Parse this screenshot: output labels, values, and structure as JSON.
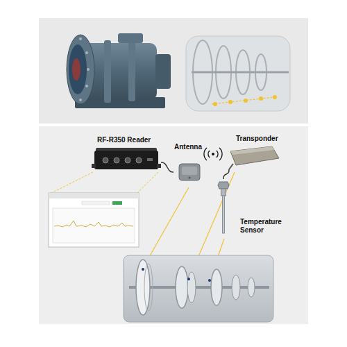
{
  "diagram": {
    "nodes": [
      {
        "text": [
          "RF-R350 Reader"
        ]
      },
      {
        "text": [
          "Antenna"
        ]
      },
      {
        "text": [
          "Transponder"
        ]
      },
      {
        "text": [
          "Temperature Sensor"
        ]
      }
    ],
    "edges": [
      {
        "from": 0,
        "to": 1,
        "arrow": "none"
      },
      {
        "from": 2,
        "to": 3,
        "arrow": "none"
      }
    ]
  }
}
